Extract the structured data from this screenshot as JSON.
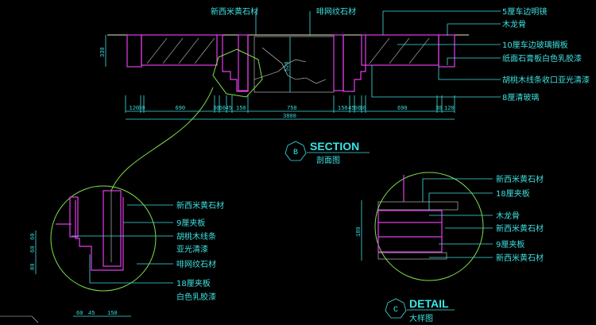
{
  "section": {
    "title": "SECTION",
    "subtitle": "剖面图",
    "marker": "B",
    "top_labels": [
      "新西米黄石材",
      "啡网纹石材"
    ],
    "right_labels": [
      "5厘车边明镜",
      "木龙骨",
      "10厘车边玻璃搁板",
      "纸面石膏板白色乳胶漆",
      "胡桃木线条收口亚光清漆",
      "8厘清玻璃"
    ],
    "height_dim": "330",
    "marble_dim": "520",
    "dims": [
      "120",
      "30",
      "690",
      "30",
      "60",
      "45",
      "150",
      "750",
      "150",
      "45",
      "60",
      "30",
      "690",
      "30",
      "120"
    ],
    "total_dim": "3800"
  },
  "detail_b": {
    "labels": [
      "新西米黄石材",
      "9厘夹板",
      "胡桃木线条",
      "亚光清漆",
      "啡网纹石材",
      "18厘夹板",
      "白色乳胶漆"
    ],
    "vertical_dims": [
      "80",
      "60",
      "60"
    ],
    "bottom_dims": [
      "60",
      "45",
      "150"
    ]
  },
  "detail_c": {
    "title": "DETAIL",
    "subtitle": "大样图",
    "marker": "C",
    "labels": [
      "新西米黄石材",
      "18厘夹板",
      "木龙骨",
      "新西米黄石材",
      "9厘夹板",
      "新西米黄石材"
    ],
    "height_dim": "180"
  }
}
